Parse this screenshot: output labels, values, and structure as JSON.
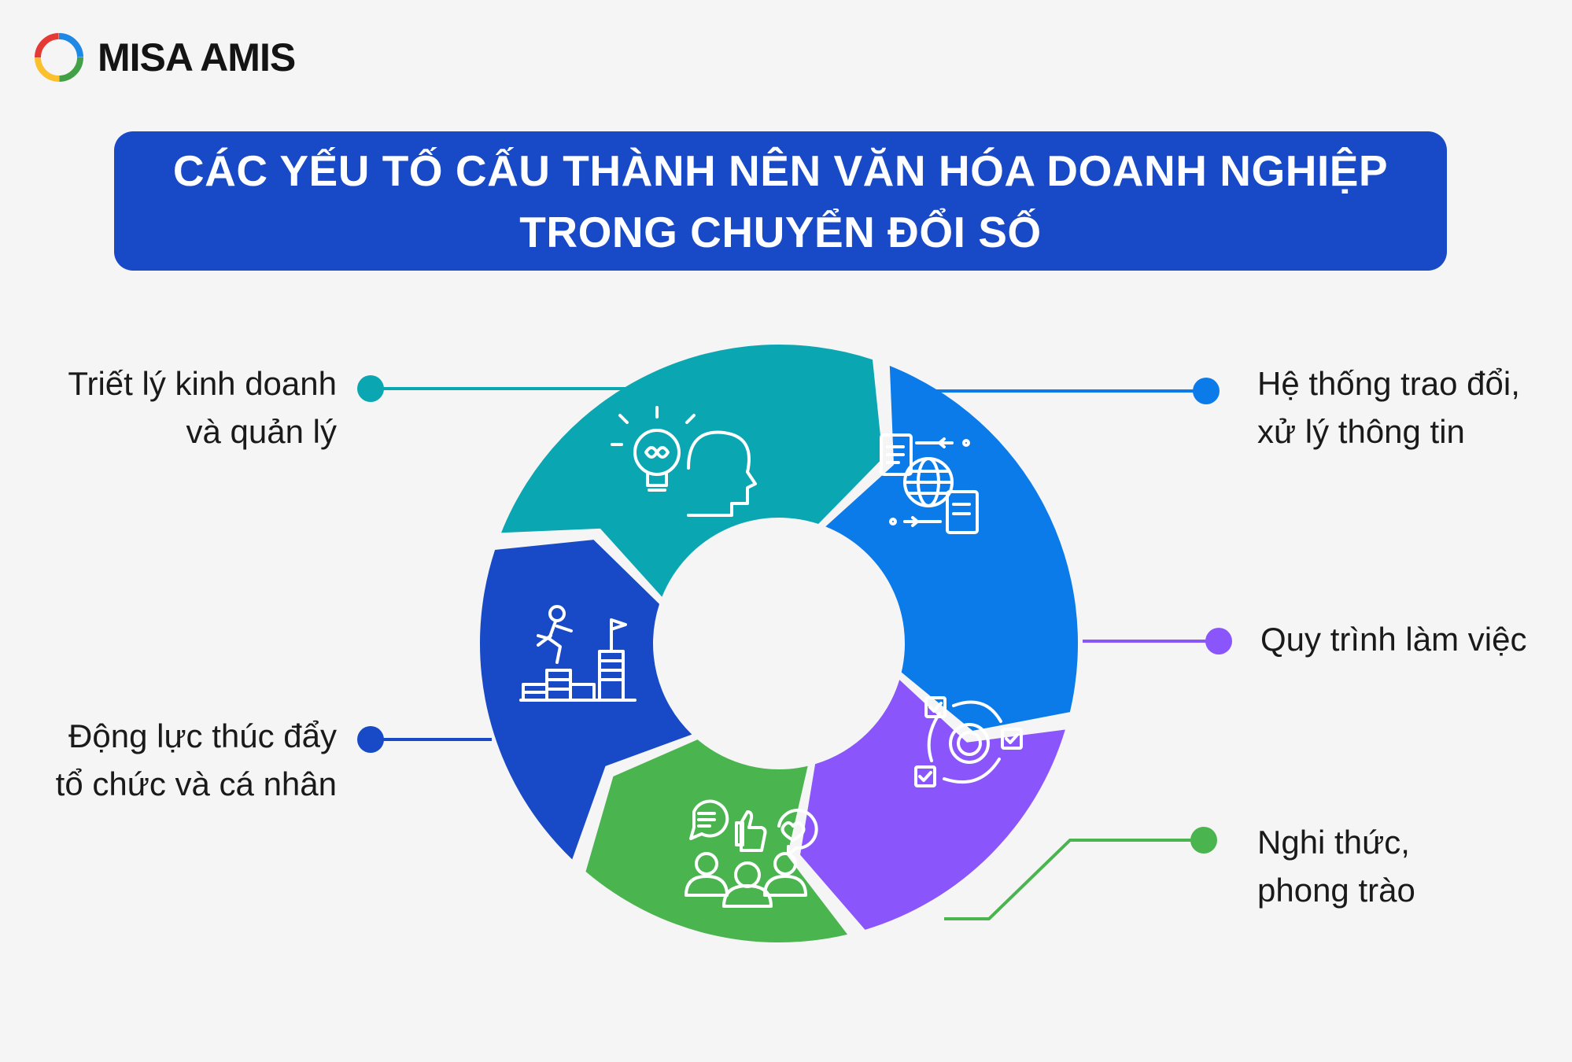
{
  "brand": {
    "name": "MISA AMIS"
  },
  "banner": {
    "title": "CÁC YẾU TỐ CẤU THÀNH NÊN VĂN HÓA DOANH NGHIỆP TRONG CHUYỂN ĐỔI SỐ"
  },
  "segments": [
    {
      "id": "philosophy",
      "label": "Triết lý kinh doanh\nvà quản lý",
      "color": "#0aa7b3",
      "icon": "lightbulb-head-icon"
    },
    {
      "id": "information",
      "label": "Hệ thống trao đổi,\nxử lý thông tin",
      "color": "#0b7bea",
      "icon": "globe-documents-icon"
    },
    {
      "id": "process",
      "label": "Quy trình làm việc",
      "color": "#8a56fb",
      "icon": "gear-checklist-icon"
    },
    {
      "id": "rituals",
      "label": "Nghi thức,\nphong trào",
      "color": "#4ab44e",
      "icon": "community-feedback-icon"
    },
    {
      "id": "motivation",
      "label": "Động lực thúc đẩy\ntổ chức và cá nhân",
      "color": "#1849c6",
      "icon": "climbing-stairs-icon"
    }
  ]
}
